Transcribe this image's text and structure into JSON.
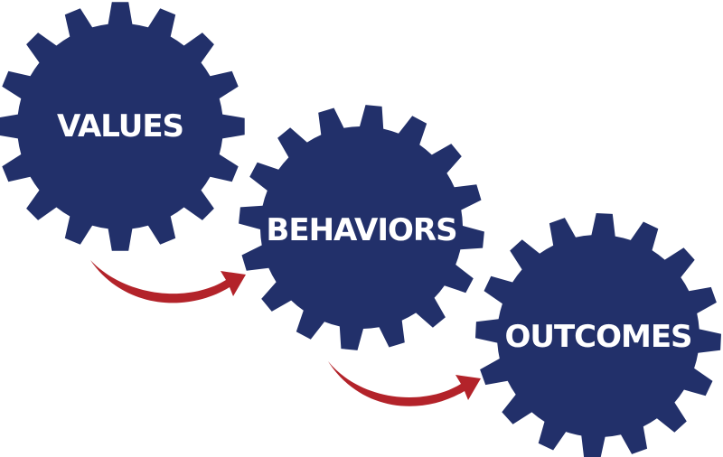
{
  "colors": {
    "gear": "#22306a",
    "arrow": "#b3232a",
    "text": "#ffffff"
  },
  "gears": [
    {
      "label": "VALUES"
    },
    {
      "label": "BEHAVIORS"
    },
    {
      "label": "OUTCOMES"
    }
  ]
}
